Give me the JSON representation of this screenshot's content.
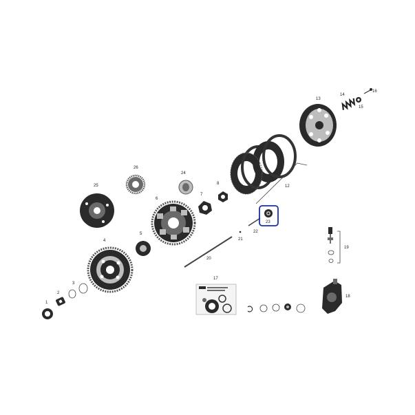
{
  "diagram": {
    "highlight_color": "#1a2fa6",
    "ink_color": "#222222",
    "highlighted_part": "23",
    "part_labels": {
      "p1": "1",
      "p2": "2",
      "p3": "3",
      "p4": "4",
      "p5": "5",
      "p6": "6",
      "p7": "7",
      "p8": "8",
      "p12": "12",
      "p13": "13",
      "p14": "14",
      "p15": "15",
      "p16": "16",
      "p17": "17",
      "p18": "18",
      "p19": "19",
      "p20": "20",
      "p21": "21",
      "p22": "22",
      "p23": "23",
      "p24": "24",
      "p25": "25",
      "p26": "26"
    }
  }
}
